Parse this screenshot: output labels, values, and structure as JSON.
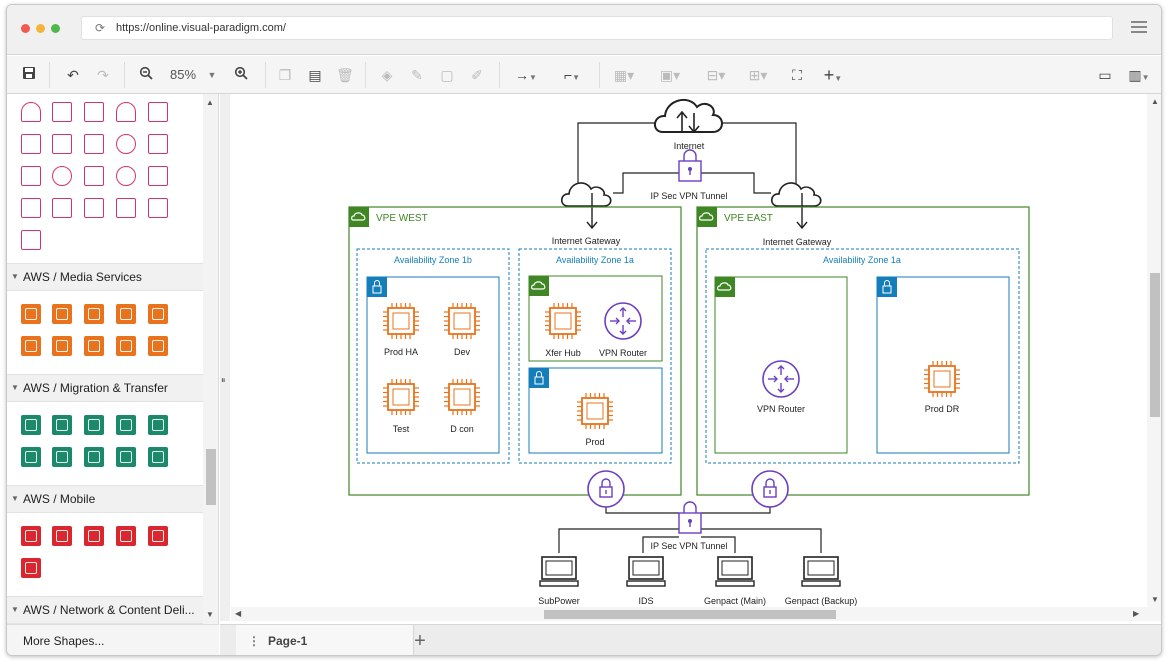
{
  "browser": {
    "url": "https://online.visual-paradigm.com/"
  },
  "toolbar": {
    "zoom": "85%"
  },
  "sidebar": {
    "categories": [
      {
        "label": "AWS / Media Services"
      },
      {
        "label": "AWS / Migration & Transfer"
      },
      {
        "label": "AWS / Mobile"
      },
      {
        "label": "AWS / Network & Content Deli..."
      }
    ],
    "more_shapes": "More Shapes..."
  },
  "pages": {
    "current": "Page-1"
  },
  "diagram": {
    "internet": "Internet",
    "vpn_tunnel_top": "IP Sec VPN Tunnel",
    "vpn_tunnel_bottom": "IP Sec VPN Tunnel",
    "vpc_west": {
      "title": "VPE WEST",
      "gateway": "Internet Gateway",
      "zone_1b": "Availability Zone 1b",
      "zone_1a": "Availability Zone 1a",
      "prod_ha": "Prod HA",
      "dev": "Dev",
      "test": "Test",
      "dcon": "D con",
      "xfer_hub": "Xfer Hub",
      "vpn_router": "VPN Router",
      "prod": "Prod"
    },
    "vpc_east": {
      "title": "VPE EAST",
      "gateway": "Internet Gateway",
      "zone_1a": "Availability Zone 1a",
      "vpn_router": "VPN Router",
      "prod_dr": "Prod DR"
    },
    "clients": [
      {
        "label": "SubPower"
      },
      {
        "label": "IDS"
      },
      {
        "label": "Genpact (Main)"
      },
      {
        "label": "Genpact (Backup)"
      }
    ]
  },
  "colors": {
    "vpc_green": "#3f8624",
    "zone_blue": "#147eba",
    "ec2_orange": "#e8731c",
    "router_purple": "#6b3fc1",
    "media_orange": "#e8731c",
    "migration_teal": "#1a8a6a",
    "mobile_red": "#d9262f",
    "general_pink": "#d6336c"
  }
}
